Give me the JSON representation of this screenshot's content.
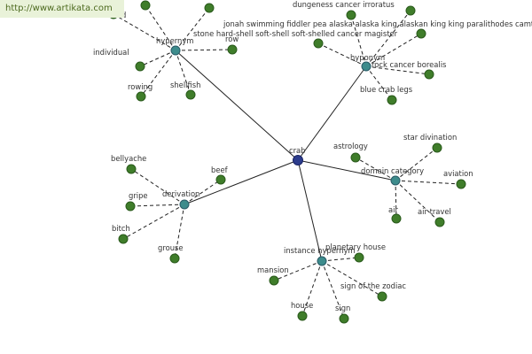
{
  "url_badge": "http://www.artikata.com",
  "colors": {
    "center_node": "#2c3c8c",
    "relation_node": "#3d8c8c",
    "leaf_node": "#3f7d2a",
    "url_badge_bg": "#e9f2d9",
    "url_badge_text": "#4d6a1f"
  },
  "center": {
    "label": "crab"
  },
  "relations": [
    {
      "id": "hypernym",
      "label": "hypernym",
      "leaves": [
        {
          "label": "d"
        },
        {
          "label": ""
        },
        {
          "label": ""
        },
        {
          "label": "row"
        },
        {
          "label": "individual"
        },
        {
          "label": "rowing"
        },
        {
          "label": "shellfish"
        }
      ]
    },
    {
      "id": "hyponym",
      "label": "hyponym",
      "leaves": [
        {
          "label": "dungeness cancer irroratus"
        },
        {
          "label": ""
        },
        {
          "label": "jonah swimming fiddler pea alaska alaska king alaskan king king paralithodes camtschatica"
        },
        {
          "label": "stone hard-shell soft-shell soft-shelled cancer magister"
        },
        {
          "label": "rock cancer borealis"
        },
        {
          "label": "blue crab legs"
        }
      ]
    },
    {
      "id": "domain-category",
      "label": "domain category",
      "leaves": [
        {
          "label": "astrology"
        },
        {
          "label": "star divination"
        },
        {
          "label": "aviation"
        },
        {
          "label": "air travel"
        },
        {
          "label": "air"
        }
      ]
    },
    {
      "id": "derivation",
      "label": "derivation",
      "leaves": [
        {
          "label": "bellyache"
        },
        {
          "label": "beef"
        },
        {
          "label": "gripe"
        },
        {
          "label": "bitch"
        },
        {
          "label": "grouse"
        }
      ]
    },
    {
      "id": "instance-hypernym",
      "label": "instance hypernym",
      "leaves": [
        {
          "label": "planetary house"
        },
        {
          "label": "mansion"
        },
        {
          "label": "sign of the zodiac"
        },
        {
          "label": "house"
        },
        {
          "label": "sign"
        }
      ]
    }
  ]
}
